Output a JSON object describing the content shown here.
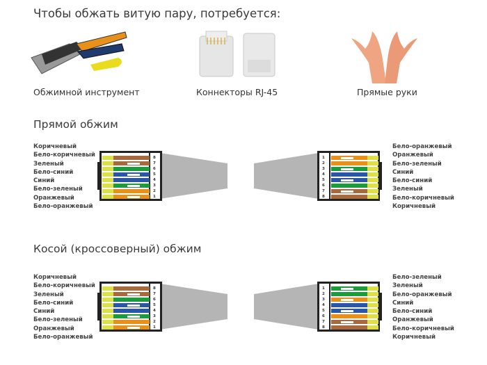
{
  "header": {
    "title": "Чтобы обжать витую пару, потребуется:"
  },
  "items": [
    {
      "label": "Обжимной инструмент",
      "icon": "crimping-tool-image"
    },
    {
      "label": "Коннекторы RJ-45",
      "icon": "rj45-connectors-image"
    },
    {
      "label": "Прямые руки",
      "icon": "hands-image"
    }
  ],
  "colors": {
    "orange": "#e8901c",
    "green": "#1d9a3c",
    "blue": "#2b55a6",
    "brown": "#a66a3e",
    "tip": "#dde047",
    "cable": "#b5b5b5"
  },
  "straight": {
    "title": "Прямой обжим",
    "left_labels": [
      "Коричневый",
      "Бело-коричневый",
      "Зеленый",
      "Бело-синий",
      "Синий",
      "Бело-зеленый",
      "Оранжевый",
      "Бело-оранжевый"
    ],
    "left_wires": [
      {
        "pin": "8",
        "color": "brown",
        "striped": false
      },
      {
        "pin": "7",
        "color": "brown",
        "striped": true
      },
      {
        "pin": "6",
        "color": "green",
        "striped": false
      },
      {
        "pin": "5",
        "color": "blue",
        "striped": true
      },
      {
        "pin": "4",
        "color": "blue",
        "striped": false
      },
      {
        "pin": "3",
        "color": "green",
        "striped": true
      },
      {
        "pin": "2",
        "color": "orange",
        "striped": false
      },
      {
        "pin": "1",
        "color": "orange",
        "striped": true
      }
    ],
    "right_labels": [
      "Бело-оранжевый",
      "Оранжевый",
      "Бело-зеленый",
      "Синий",
      "Бело-синий",
      "Зеленый",
      "Бело-коричневый",
      "Коричневый"
    ],
    "right_wires": [
      {
        "pin": "1",
        "color": "orange",
        "striped": true
      },
      {
        "pin": "2",
        "color": "orange",
        "striped": false
      },
      {
        "pin": "3",
        "color": "green",
        "striped": true
      },
      {
        "pin": "4",
        "color": "blue",
        "striped": false
      },
      {
        "pin": "5",
        "color": "blue",
        "striped": true
      },
      {
        "pin": "6",
        "color": "green",
        "striped": false
      },
      {
        "pin": "7",
        "color": "brown",
        "striped": true
      },
      {
        "pin": "8",
        "color": "brown",
        "striped": false
      }
    ]
  },
  "cross": {
    "title": "Косой (кроссоверный) обжим",
    "left_labels": [
      "Коричневый",
      "Бело-коричневый",
      "Зеленый",
      "Бело-синий",
      "Синий",
      "Бело-зеленый",
      "Оранжевый",
      "Бело-оранжевый"
    ],
    "left_wires": [
      {
        "pin": "8",
        "color": "brown",
        "striped": false
      },
      {
        "pin": "7",
        "color": "brown",
        "striped": true
      },
      {
        "pin": "6",
        "color": "green",
        "striped": false
      },
      {
        "pin": "5",
        "color": "blue",
        "striped": true
      },
      {
        "pin": "4",
        "color": "blue",
        "striped": false
      },
      {
        "pin": "3",
        "color": "green",
        "striped": true
      },
      {
        "pin": "2",
        "color": "orange",
        "striped": false
      },
      {
        "pin": "1",
        "color": "orange",
        "striped": true
      }
    ],
    "right_labels": [
      "Бело-зеленый",
      "Зеленый",
      "Бело-оранжевый",
      "Синий",
      "Бело-синий",
      "Оранжевый",
      "Бело-коричневый",
      "Коричневый"
    ],
    "right_wires": [
      {
        "pin": "1",
        "color": "green",
        "striped": true
      },
      {
        "pin": "2",
        "color": "green",
        "striped": false
      },
      {
        "pin": "3",
        "color": "orange",
        "striped": true
      },
      {
        "pin": "4",
        "color": "blue",
        "striped": false
      },
      {
        "pin": "5",
        "color": "blue",
        "striped": true
      },
      {
        "pin": "6",
        "color": "orange",
        "striped": false
      },
      {
        "pin": "7",
        "color": "brown",
        "striped": true
      },
      {
        "pin": "8",
        "color": "brown",
        "striped": false
      }
    ]
  }
}
